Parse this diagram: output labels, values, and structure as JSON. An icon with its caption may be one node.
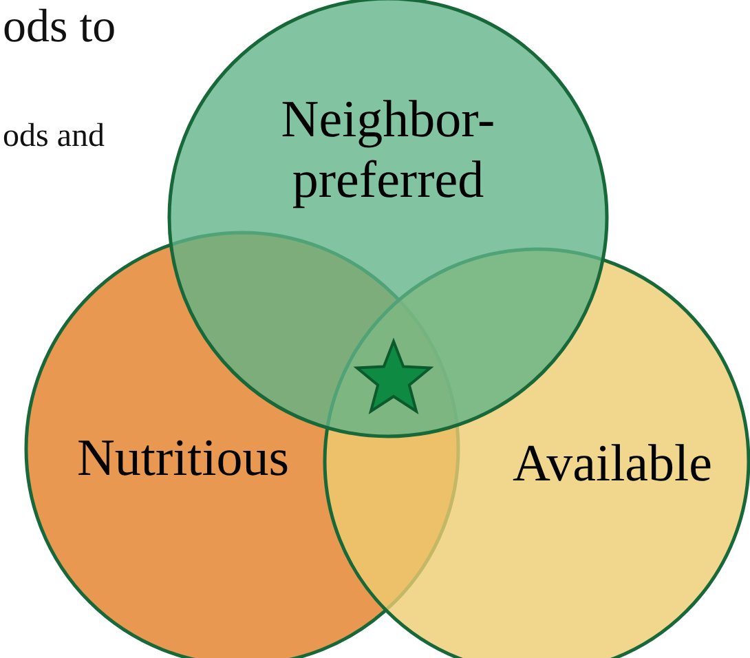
{
  "diagram": {
    "nodes": [
      {
        "text": [
          "Neighbor-preferred"
        ]
      },
      {
        "text": [
          "Nutritious"
        ]
      },
      {
        "text": [
          "Available"
        ]
      }
    ],
    "edges": [],
    "labels": [
      "ods to",
      "ods and"
    ]
  }
}
